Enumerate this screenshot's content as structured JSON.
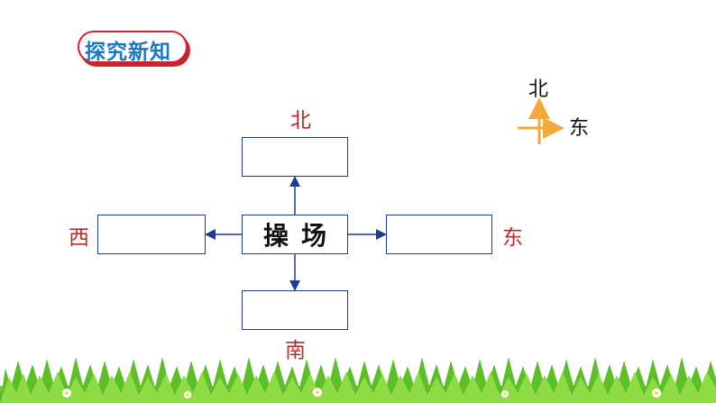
{
  "section_tag": {
    "label": "探究新知"
  },
  "diagram": {
    "center": "操场",
    "north": "北",
    "south": "南",
    "east": "东",
    "west": "西"
  },
  "compass": {
    "north": "北",
    "east": "东"
  },
  "colors": {
    "box_border": "#1f3c8c",
    "direction_text": "#c0272d",
    "compass_arrow": "#f2a93b",
    "tag_text": "#1a78c2",
    "tag_border": "#c8242c"
  }
}
